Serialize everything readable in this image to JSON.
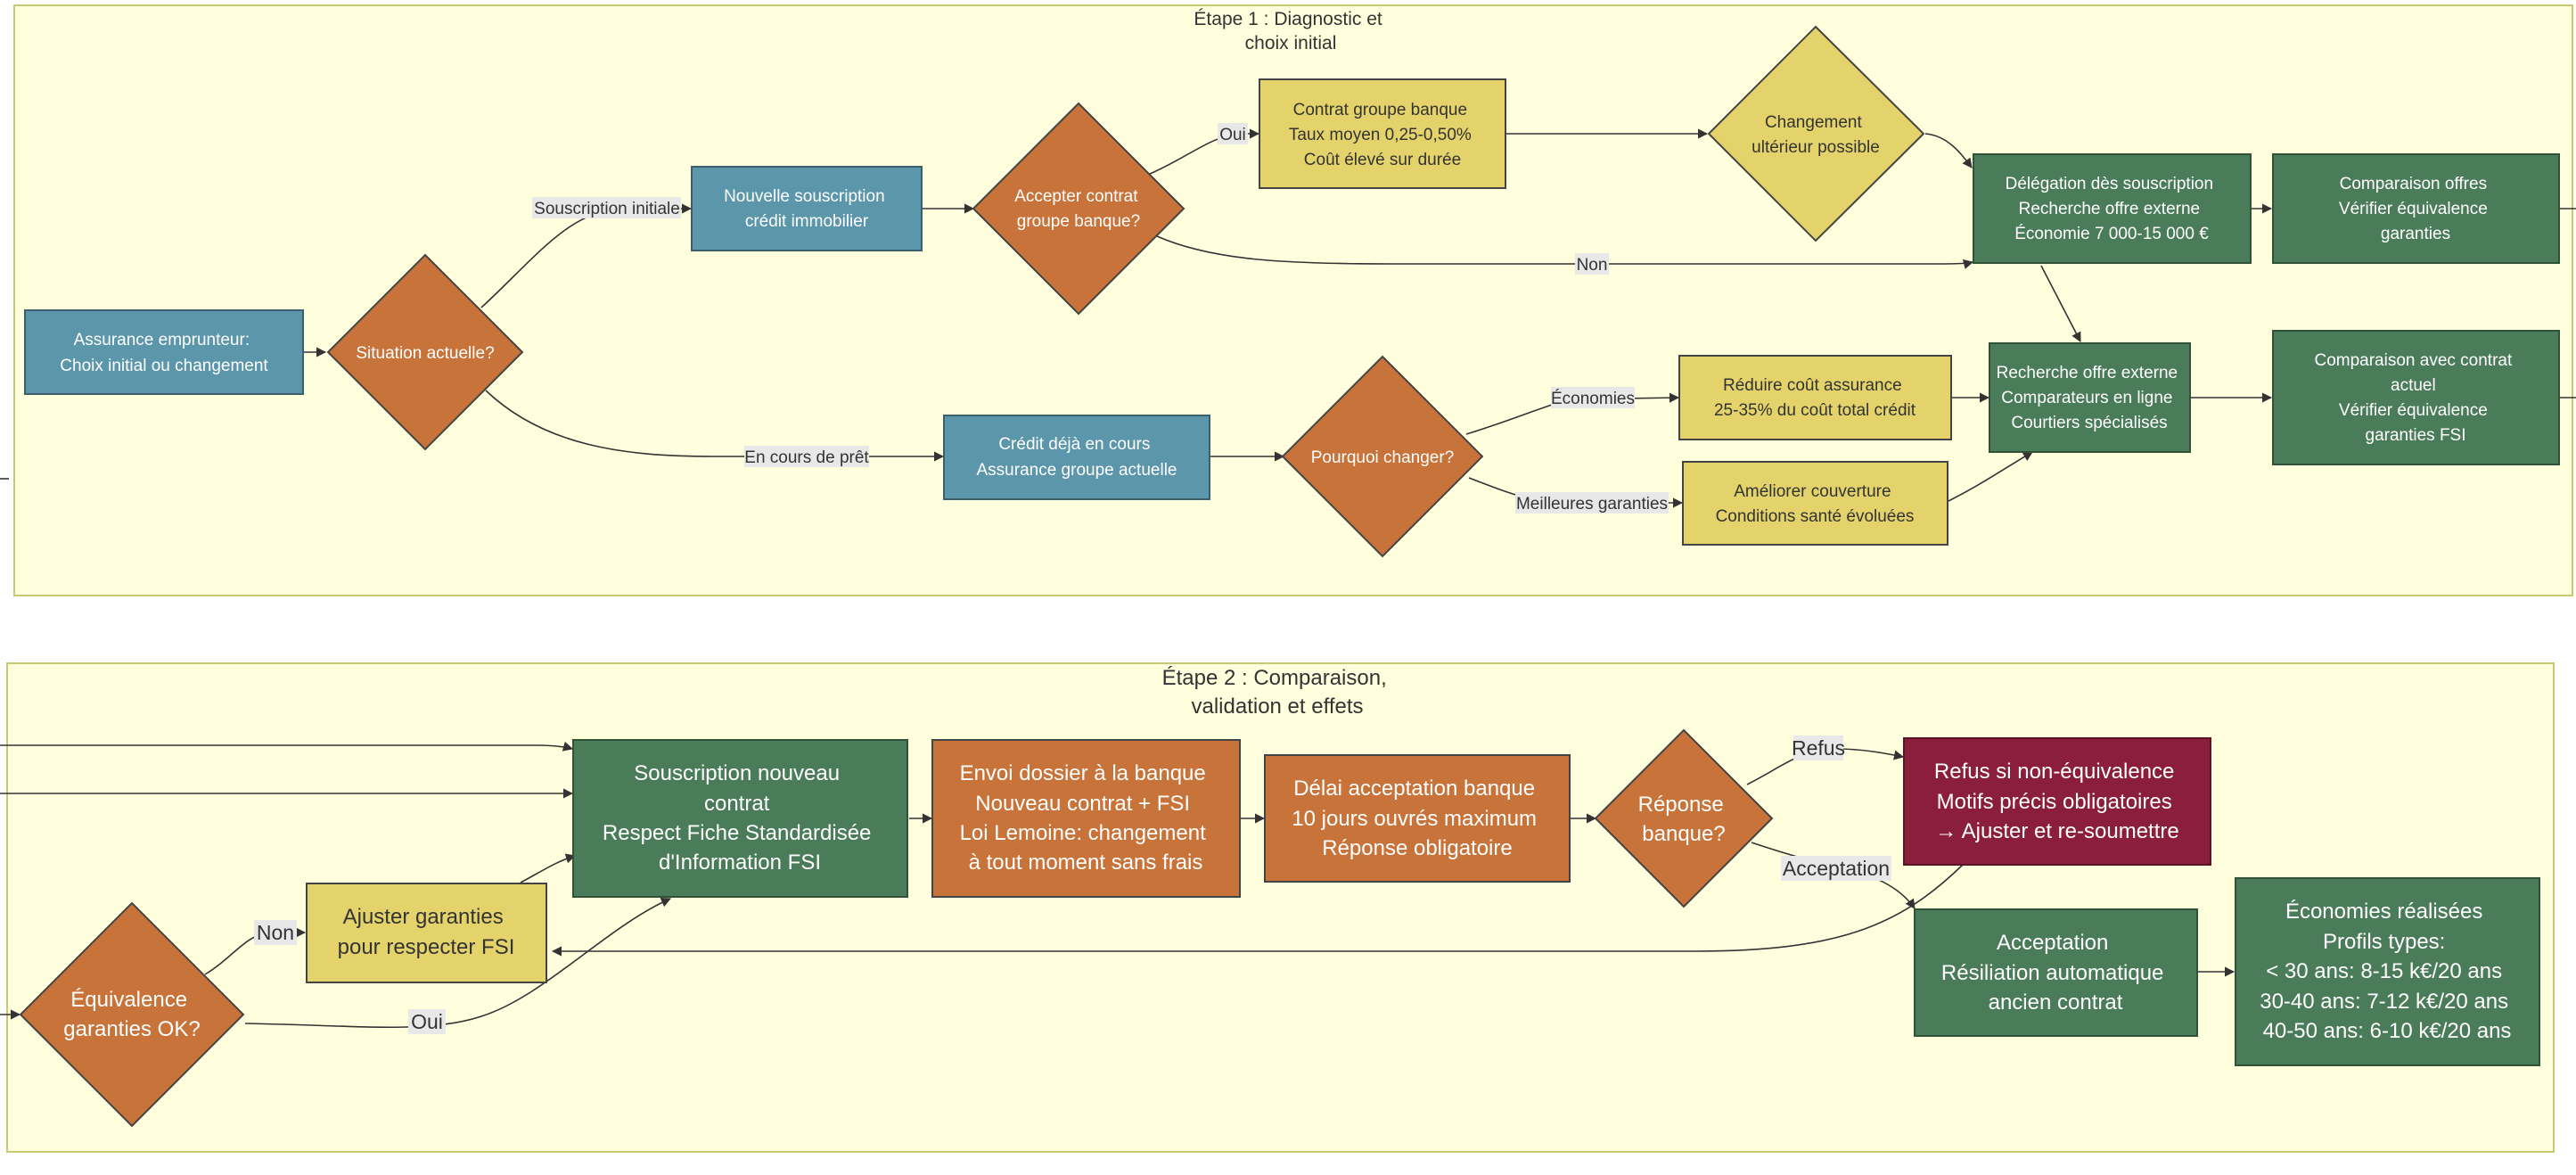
{
  "colors": {
    "lane_bg": "#ffffde",
    "lane_border": "#c8c86e",
    "blue": "#5b96ab",
    "orange": "#c8733a",
    "yellow": "#e4d36a",
    "green": "#4a7c59",
    "red": "#8b1e3a"
  },
  "lanes": {
    "stage1": {
      "title": [
        "Étape 1 : Diagnostic et",
        "choix initial"
      ]
    },
    "stage2": {
      "title": [
        "Étape 2 : Comparaison,",
        "validation et effets"
      ]
    }
  },
  "nodes": {
    "start": [
      "Assurance emprunteur:",
      "Choix initial ou changement"
    ],
    "situation": [
      "Situation actuelle?"
    ],
    "nouvelle": [
      "Nouvelle souscription",
      "crédit immobilier"
    ],
    "accepter": [
      "Accepter contrat",
      "groupe banque?"
    ],
    "contrat_groupe": [
      "Contrat groupe banque",
      "Taux moyen 0,25-0,50%",
      "Coût élevé sur durée"
    ],
    "changement": [
      "Changement",
      "ultérieur possible"
    ],
    "delegation": [
      "Délégation dès souscription",
      "Recherche offre externe",
      "Économie 7 000-15 000 €"
    ],
    "comparaison_offres": [
      "Comparaison offres",
      "Vérifier équivalence",
      "garanties"
    ],
    "credit_cours": [
      "Crédit déjà en cours",
      "Assurance groupe actuelle"
    ],
    "pourquoi": [
      "Pourquoi changer?"
    ],
    "reduire": [
      "Réduire coût assurance",
      "25-35% du coût total crédit"
    ],
    "ameliorer": [
      "Améliorer couverture",
      "Conditions santé évoluées"
    ],
    "recherche": [
      "Recherche offre externe",
      "Comparateurs en ligne",
      "Courtiers spécialisés"
    ],
    "comparaison_contrat": [
      "Comparaison avec contrat",
      "actuel",
      "Vérifier équivalence",
      "garanties FSI"
    ],
    "souscription_nouveau": [
      "Souscription nouveau",
      "contrat",
      "Respect Fiche Standardisée",
      "d'Information FSI"
    ],
    "envoi": [
      "Envoi dossier à la banque",
      "Nouveau contrat + FSI",
      "Loi Lemoine: changement",
      "à tout moment sans frais"
    ],
    "delai": [
      "Délai acceptation banque",
      "10 jours ouvrés maximum",
      "Réponse obligatoire"
    ],
    "reponse": [
      "Réponse",
      "banque?"
    ],
    "refus": [
      "Refus si non-équivalence",
      "Motifs précis obligatoires",
      "→ Ajuster et re-soumettre"
    ],
    "acceptation": [
      "Acceptation",
      "Résiliation automatique",
      "ancien contrat"
    ],
    "economies": [
      "Économies réalisées",
      "Profils types:",
      "< 30 ans: 8-15 k€/20 ans",
      "30-40 ans: 7-12 k€/20 ans",
      "40-50 ans: 6-10 k€/20 ans"
    ],
    "equivalence": [
      "Équivalence",
      "garanties OK?"
    ],
    "ajuster": [
      "Ajuster garanties",
      "pour respecter FSI"
    ]
  },
  "edge_labels": {
    "souscription_initiale": "Souscription initiale",
    "en_cours": "En cours de prêt",
    "oui1": "Oui",
    "non1": "Non",
    "economies": "Économies",
    "meilleures": "Meilleures garanties",
    "refus": "Refus",
    "acceptation": "Acceptation",
    "non2": "Non",
    "oui2": "Oui"
  }
}
